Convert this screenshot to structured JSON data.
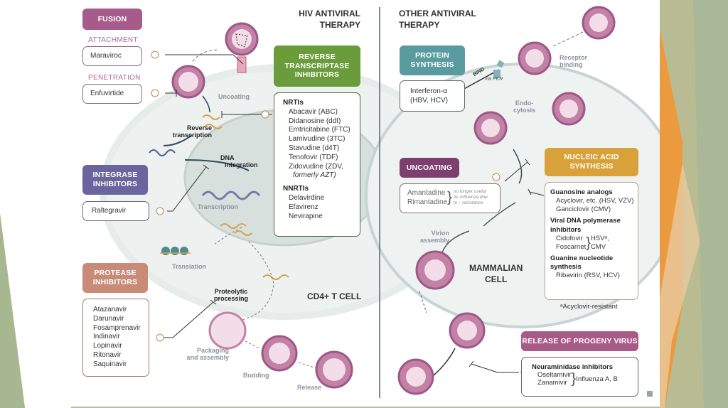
{
  "colors": {
    "fusion": "#a65b8a",
    "rti": "#6b9c3c",
    "integrase": "#6a659e",
    "protease": "#c98a78",
    "protein_synthesis": "#5a9ba0",
    "uncoating": "#7c3f6e",
    "nucleic_acid": "#d9a13a",
    "release": "#a85b87"
  },
  "hiv": {
    "title_line1": "HIV ANTIVIRAL",
    "title_line2": "THERAPY",
    "fusion": {
      "header": "FUSION",
      "attachment_label": "ATTACHMENT",
      "attachment_drug": "Maraviroc",
      "penetration_label": "PENETRATION",
      "penetration_drug": "Enfuvirtide"
    },
    "rti": {
      "header_line1": "REVERSE",
      "header_line2": "TRANSCRIPTASE",
      "header_line3": "INHIBITORS",
      "nrti_title": "NRTIs",
      "nrtis": [
        "Abacavir (ABC)",
        "Didanosine (ddI)",
        "Emtricitabine (FTC)",
        "Lamivudine (3TC)",
        "Stavudine (d4T)",
        "Tenofovir (TDF)",
        "Zidovudine (ZDV,"
      ],
      "nrti_note": "formerly AZT)",
      "nnrti_title": "NNRTIs",
      "nnrtis": [
        "Delavirdine",
        "Efavirenz",
        "Nevirapine"
      ]
    },
    "integrase": {
      "header_line1": "INTEGRASE",
      "header_line2": "INHIBITORS",
      "drug": "Raltegravir"
    },
    "protease": {
      "header_line1": "PROTEASE",
      "header_line2": "INHIBITORS",
      "drugs": [
        "Atazanavir",
        "Darunavir",
        "Fosamprenavir",
        "Indinavir",
        "Lopinavir",
        "Ritonavir",
        "Saquinavir"
      ]
    },
    "steps": {
      "uncoating": "Uncoating",
      "reverse_transcription_1": "Reverse",
      "reverse_transcription_2": "transcription",
      "dna_integration_1": "DNA",
      "dna_integration_2": "integration",
      "transcription": "Transcription",
      "translation": "Translation",
      "proteolytic_1": "Proteolytic",
      "proteolytic_2": "processing",
      "packaging_1": "Packaging",
      "packaging_2": "and assembly",
      "budding": "Budding",
      "release": "Release"
    },
    "cell_label": "CD4+ T CELL"
  },
  "other": {
    "title_line1": "OTHER ANTIVIRAL",
    "title_line2": "THERAPY",
    "protein_synthesis": {
      "header_line1": "PROTEIN",
      "header_line2": "SYNTHESIS",
      "drug_line1": "Interferon-α",
      "drug_line2": "(HBV, HCV)",
      "bind_label": "BIND",
      "via_label": "via PKR"
    },
    "uncoating": {
      "header": "UNCOATING",
      "drugs": [
        "Amantadine",
        "Rimantadine"
      ],
      "note_line1": "no longer useful",
      "note_line2": "for influenza due",
      "note_line3": "to ↑ resistance"
    },
    "nucleic_acid": {
      "header_line1": "NUCLEIC ACID",
      "header_line2": "SYNTHESIS",
      "g1_title": "Guanosine analogs",
      "g1_items": [
        "Acyclovir, etc. (HSV, VZV)",
        "Ganciclovir (CMV)"
      ],
      "g2_title_1": "Viral DNA polymerase",
      "g2_title_2": "inhibitors",
      "g2_items": [
        "Cidofovir",
        "Foscarnet"
      ],
      "g2_target_1": "HSVᵃ,",
      "g2_target_2": "CMV",
      "g3_title_1": "Guanine nucleotide",
      "g3_title_2": "synthesis",
      "g3_items": [
        "Ribavirin (RSV, HCV)"
      ],
      "footnote": "ᵃAcyclovir-resistant"
    },
    "release": {
      "header": "RELEASE OF PROGENY VIRUS",
      "group_title": "Neuraminidase inhibitors",
      "drugs": [
        "Oseltamivir",
        "Zanamivir"
      ],
      "target": "Influenza A, B"
    },
    "steps": {
      "receptor_1": "Receptor",
      "receptor_2": "binding",
      "endo_1": "Endo-",
      "endo_2": "cytosis",
      "virion_1": "Virion",
      "virion_2": "assembly"
    },
    "cell_label_1": "MAMMALIAN",
    "cell_label_2": "CELL"
  }
}
